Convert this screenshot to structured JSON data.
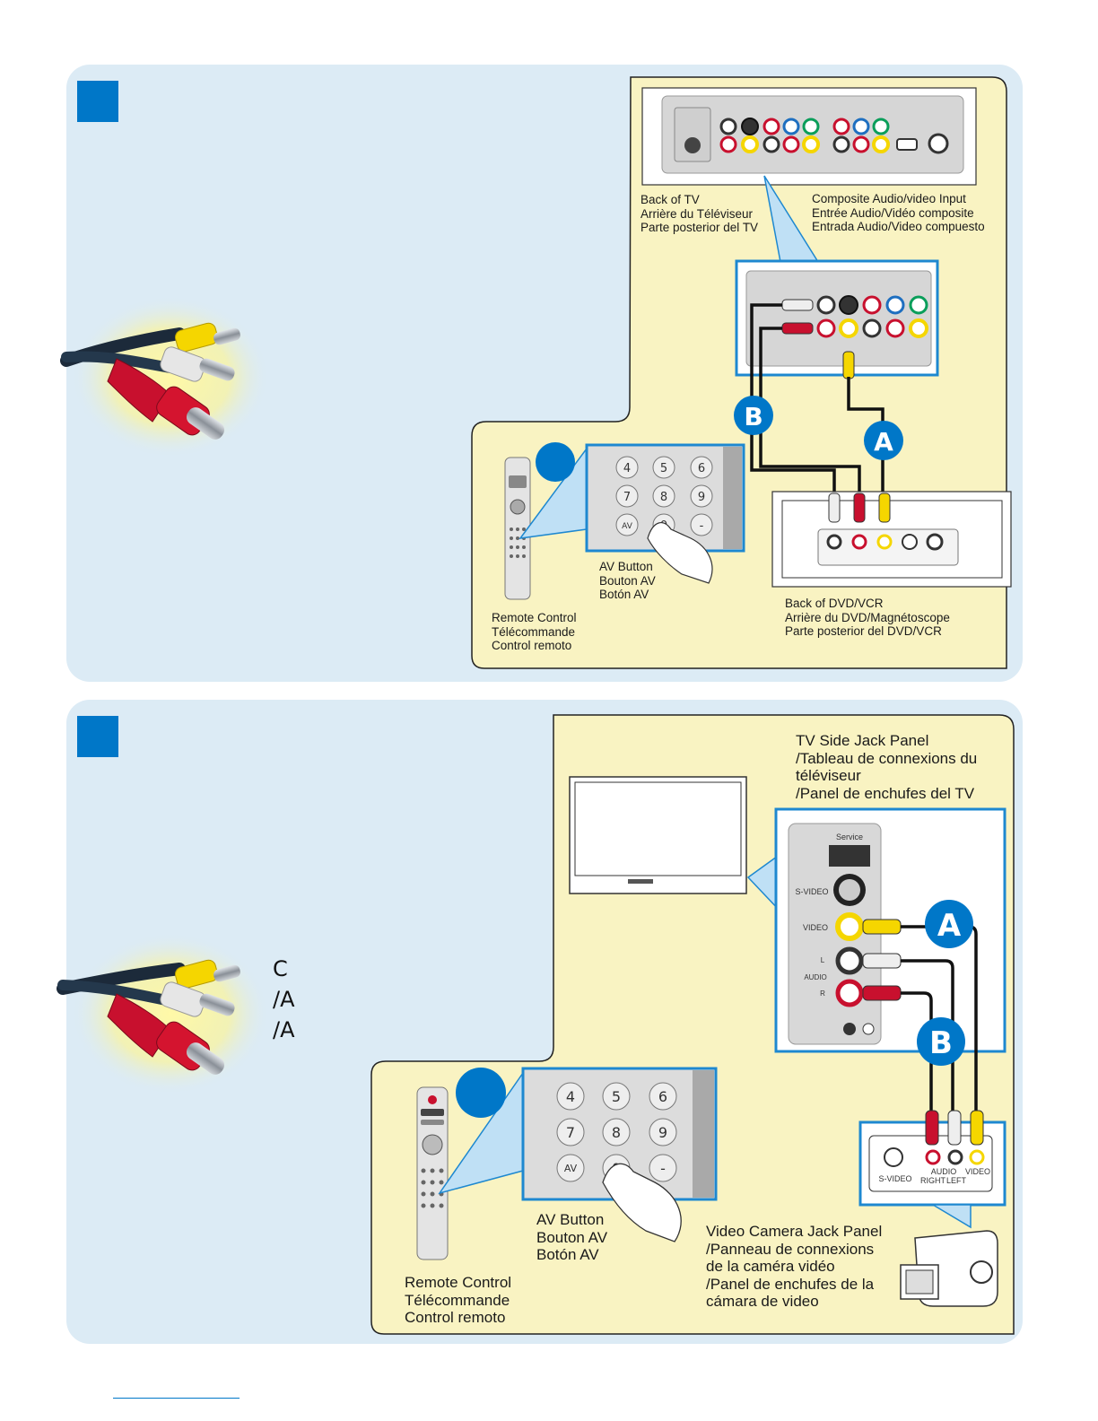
{
  "colors": {
    "accent": "#0077c8",
    "panel_bg": "#dcebf5",
    "yellow_bg": "#f9f3c2",
    "red": "#c8102e",
    "plug_yellow": "#ffe100"
  },
  "icons": [
    "rca-cable-icon",
    "remote-control-icon",
    "hand-icon",
    "video-camera-icon",
    "tv-icon"
  ],
  "section1": {
    "back_tv": [
      "Back of TV",
      "Arrière du Téléviseur",
      "Parte posterior del TV"
    ],
    "composite_input": [
      "Composite Audio/video Input",
      "Entrée Audio/Vidéo composite",
      "Entrada Audio/Video compuesto"
    ],
    "marker_a": "A",
    "marker_b": "B",
    "av_button": [
      "AV Button",
      "Bouton AV",
      "Botón AV"
    ],
    "remote": [
      "Remote Control",
      "Télécommande",
      "Control remoto"
    ],
    "back_dvd": [
      "Back of DVD/VCR",
      "Arrière du DVD/Magnétoscope",
      "Parte posterior del DVD/VCR"
    ]
  },
  "section2": {
    "tv_side": [
      "TV Side Jack Panel",
      "/Tableau de connexions du",
      "téléviseur",
      "/Panel de enchufes del TV"
    ],
    "jack_labels": {
      "service": "Service",
      "svideo": "S-VIDEO",
      "video": "VIDEO",
      "audio": "AUDIO",
      "l": "L",
      "r": "R"
    },
    "marker_a": "A",
    "marker_b": "B",
    "camera_jacks": {
      "svideo": "S-VIDEO",
      "audio": "AUDIO",
      "right": "RIGHT",
      "left": "LEFT",
      "video": "VIDEO"
    },
    "av_button": [
      "AV Button",
      "Bouton AV",
      "Botón AV"
    ],
    "remote": [
      "Remote Control",
      "Télécommande",
      "Control remoto"
    ],
    "camera_panel": [
      "Video Camera Jack Panel",
      "/Panneau de connexions",
      "de la caméra vidéo",
      "/Panel de enchufes de la",
      "cámara de video"
    ],
    "partial_text": [
      "C",
      "/A",
      "/A"
    ]
  },
  "keypad": {
    "keys": [
      "4",
      "5",
      "6",
      "7",
      "8",
      "9",
      "AV",
      "0",
      "-"
    ]
  }
}
